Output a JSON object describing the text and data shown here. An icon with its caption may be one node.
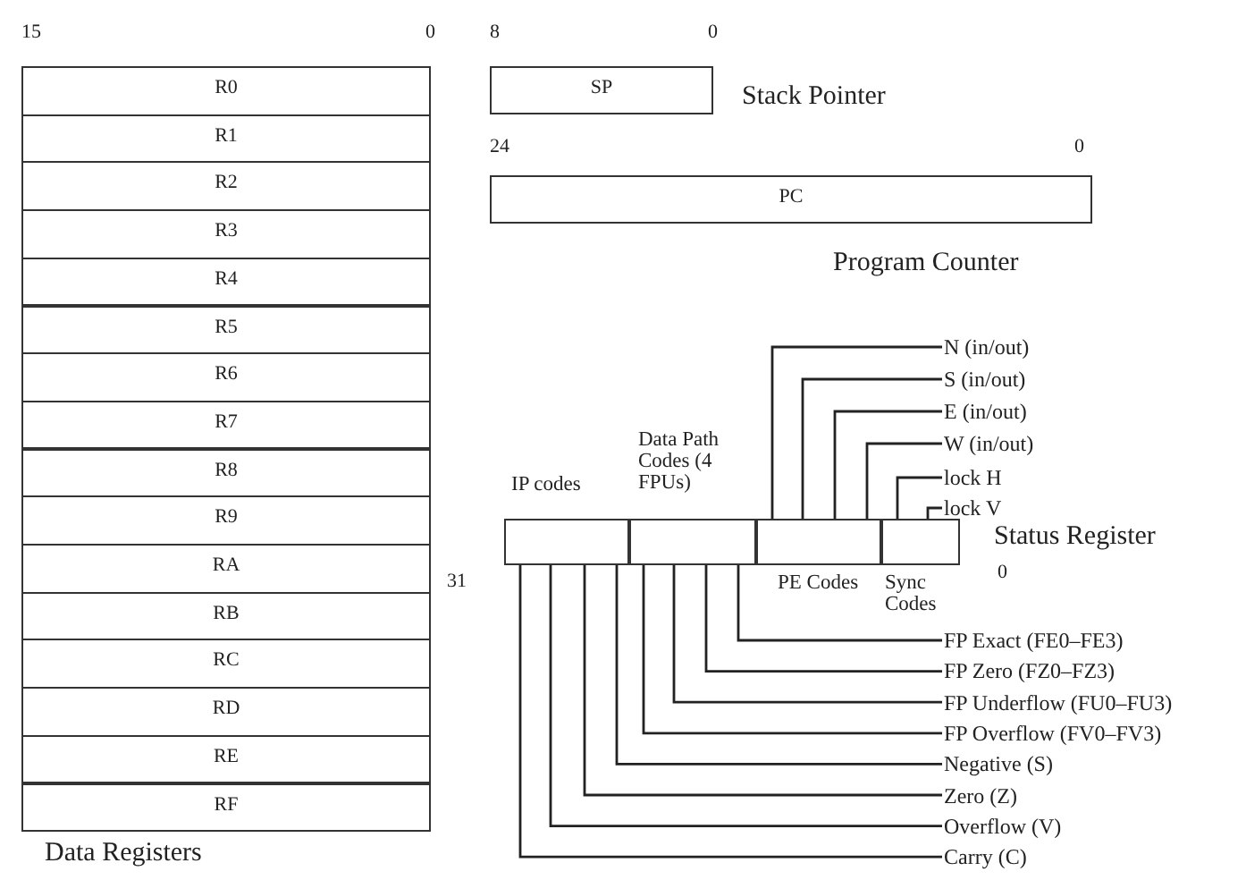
{
  "diagram": {
    "nodes": [
      {
        "text": [
          "R0"
        ]
      },
      {
        "text": [
          "R1"
        ]
      },
      {
        "text": [
          "R2"
        ]
      },
      {
        "text": [
          "R3"
        ]
      },
      {
        "text": [
          "R4"
        ]
      },
      {
        "text": [
          "R5"
        ]
      },
      {
        "text": [
          "R6"
        ]
      },
      {
        "text": [
          "R7"
        ]
      },
      {
        "text": [
          "R8"
        ]
      },
      {
        "text": [
          "R9"
        ]
      },
      {
        "text": [
          "RA"
        ]
      },
      {
        "text": [
          "RB"
        ]
      },
      {
        "text": [
          "RC"
        ]
      },
      {
        "text": [
          "RD"
        ]
      },
      {
        "text": [
          "RE"
        ]
      },
      {
        "text": [
          "RF"
        ]
      },
      {
        "text": [
          "SP"
        ]
      },
      {
        "text": [
          "PC"
        ]
      },
      {
        "text": [
          "N (in/out)"
        ]
      },
      {
        "text": [
          "S (in/out)"
        ]
      },
      {
        "text": [
          "E (in/out)"
        ]
      },
      {
        "text": [
          "W (in/out)"
        ]
      },
      {
        "text": [
          "lock H"
        ]
      },
      {
        "text": [
          "lock V"
        ]
      },
      {
        "text": [
          "IP codes"
        ]
      },
      {
        "text": [
          "Data Path Codes (4 FPUs)"
        ]
      },
      {
        "text": [
          "PE Codes"
        ]
      },
      {
        "text": [
          "Sync Codes"
        ]
      },
      {
        "text": [
          "FP Exact (FE0–FE3)"
        ]
      },
      {
        "text": [
          "FP Zero (FZ0–FZ3)"
        ]
      },
      {
        "text": [
          "FP Underflow (FU0–FU3)"
        ]
      },
      {
        "text": [
          "FP Overflow (FV0–FV3)"
        ]
      },
      {
        "text": [
          "Negative (S)"
        ]
      },
      {
        "text": [
          "Zero (Z)"
        ]
      },
      {
        "text": [
          "Overflow (V)"
        ]
      },
      {
        "text": [
          "Carry (C)"
        ]
      }
    ],
    "edges": [
      {
        "from": 18,
        "to": 26,
        "arrow": "none"
      },
      {
        "from": 19,
        "to": 26,
        "arrow": "none"
      },
      {
        "from": 20,
        "to": 26,
        "arrow": "none"
      },
      {
        "from": 21,
        "to": 26,
        "arrow": "none"
      },
      {
        "from": 22,
        "to": 27,
        "arrow": "none"
      },
      {
        "from": 23,
        "to": 27,
        "arrow": "none"
      },
      {
        "from": 28,
        "to": 25,
        "arrow": "none"
      },
      {
        "from": 29,
        "to": 25,
        "arrow": "none"
      },
      {
        "from": 30,
        "to": 25,
        "arrow": "none"
      },
      {
        "from": 31,
        "to": 25,
        "arrow": "none"
      },
      {
        "from": 32,
        "to": 24,
        "arrow": "none"
      },
      {
        "from": 33,
        "to": 24,
        "arrow": "none"
      },
      {
        "from": 34,
        "to": 24,
        "arrow": "none"
      },
      {
        "from": 35,
        "to": 24,
        "arrow": "none"
      }
    ],
    "labels": [
      "15",
      "0",
      "8",
      "0",
      "Stack Pointer",
      "24",
      "0",
      "Program Counter",
      "Status Register",
      "31",
      "0",
      "Data Registers"
    ]
  }
}
